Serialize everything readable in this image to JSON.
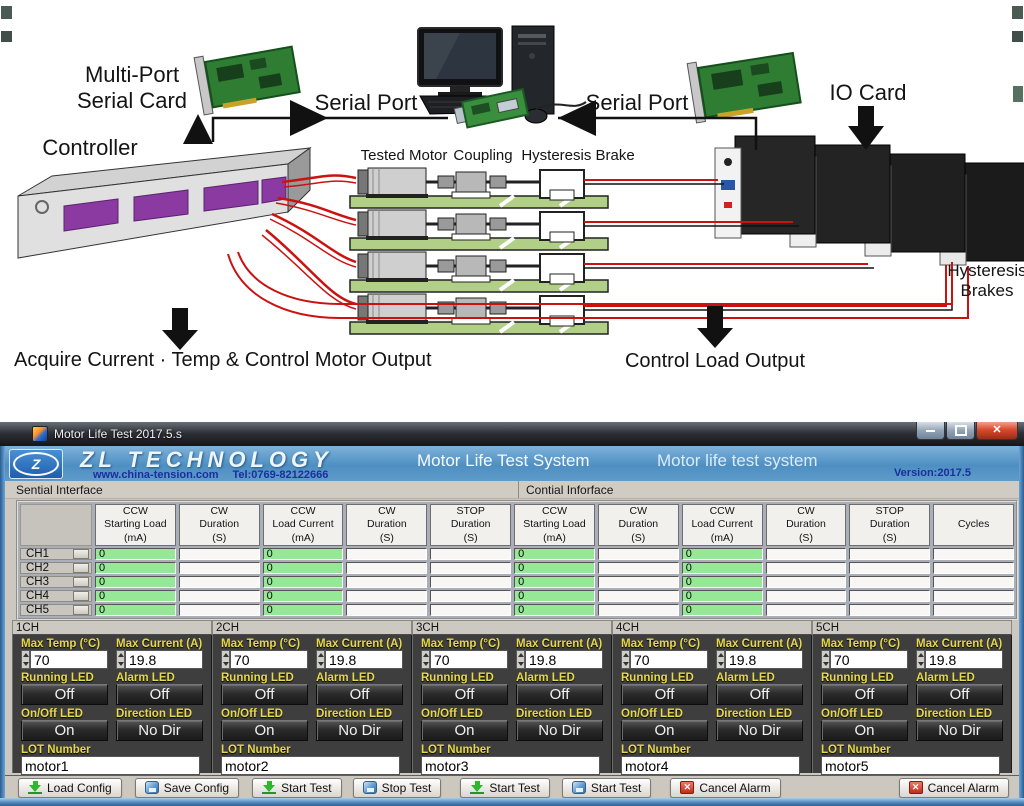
{
  "diagram": {
    "labels": {
      "multi_port_line1": "Multi-Port",
      "multi_port_line2": "Serial Card",
      "controller": "Controller",
      "serial_port_left": "Serial Port",
      "serial_port_right": "Serial Port",
      "io_card": "IO Card",
      "tested_motor": "Tested Motor",
      "coupling": "Coupling",
      "hysteresis_brake": "Hysteresis Brake",
      "hysteresis_brakes_line1": "Hysteresis",
      "hysteresis_brakes_line2": "Brakes",
      "acquire_output": "Acquire Current · Temp & Control Motor Output",
      "control_load_output": "Control Load Output"
    }
  },
  "window": {
    "title": "Motor Life Test 2017.5.s",
    "control_icons": [
      "minimize-icon",
      "maximize-icon",
      "close-icon"
    ],
    "header": {
      "brand": "ZL TECHNOLOGY",
      "logo_text": "Z",
      "website": "www.china-tension.com",
      "tel": "Tel:0769-82122666",
      "title_main": "Motor Life Test System",
      "title_alt": "Motor life test system",
      "version": "Version:2017.5",
      "accent_color": "#4e8fc2",
      "link_color": "#1b2f9e"
    },
    "tabs": [
      {
        "label": "Sential Interface"
      },
      {
        "label": "Contial Inforface"
      }
    ],
    "table": {
      "columns": [
        "CCW\nStarting Load\n(mA)",
        "CW\nDuration\n(S)",
        "CCW\nLoad Current\n(mA)",
        "CW\nDuration\n(S)",
        "STOP\nDuration\n(S)",
        "CCW\nStarting Load\n(mA)",
        "CW\nDuration\n(S)",
        "CCW\nLoad Current\n(mA)",
        "CW\nDuration\n(S)",
        "STOP\nDuration\n(S)",
        "Cycles"
      ],
      "filled_color": "#95e895",
      "rows": [
        {
          "ch": "CH1",
          "values": [
            "0",
            "",
            "0",
            "",
            "",
            "0",
            "",
            "0",
            "",
            "",
            ""
          ]
        },
        {
          "ch": "CH2",
          "values": [
            "0",
            "",
            "0",
            "",
            "",
            "0",
            "",
            "0",
            "",
            "",
            ""
          ]
        },
        {
          "ch": "CH3",
          "values": [
            "0",
            "",
            "0",
            "",
            "",
            "0",
            "",
            "0",
            "",
            "",
            ""
          ]
        },
        {
          "ch": "CH4",
          "values": [
            "0",
            "",
            "0",
            "",
            "",
            "0",
            "",
            "0",
            "",
            "",
            ""
          ]
        },
        {
          "ch": "CH5",
          "values": [
            "0",
            "",
            "0",
            "",
            "",
            "0",
            "",
            "0",
            "",
            "",
            ""
          ]
        }
      ]
    },
    "panel_labels": {
      "max_temp": "Max Temp (°C)",
      "max_current": "Max Current (A)",
      "running_led": "Running LED",
      "alarm_led": "Alarm LED",
      "onoff_led": "On/Off LED",
      "direction_led": "Direction LED",
      "lot_number": "LOT Number"
    },
    "panels": [
      {
        "name": "1CH",
        "max_temp": "70",
        "max_current": "19.8",
        "running_led": "Off",
        "alarm_led": "Off",
        "onoff_led": "On",
        "direction_led": "No Dir",
        "lot": "motor1"
      },
      {
        "name": "2CH",
        "max_temp": "70",
        "max_current": "19.8",
        "running_led": "Off",
        "alarm_led": "Off",
        "onoff_led": "On",
        "direction_led": "No Dir",
        "lot": "motor2"
      },
      {
        "name": "3CH",
        "max_temp": "70",
        "max_current": "19.8",
        "running_led": "Off",
        "alarm_led": "Off",
        "onoff_led": "On",
        "direction_led": "No Dir",
        "lot": "motor3"
      },
      {
        "name": "4CH",
        "max_temp": "70",
        "max_current": "19.8",
        "running_led": "Off",
        "alarm_led": "Off",
        "onoff_led": "On",
        "direction_led": "No Dir",
        "lot": "motor4"
      },
      {
        "name": "5CH",
        "max_temp": "70",
        "max_current": "19.8",
        "running_led": "Off",
        "alarm_led": "Off",
        "onoff_led": "On",
        "direction_led": "No Dir",
        "lot": "motor5"
      }
    ],
    "buttons": [
      {
        "label": "Load Config",
        "icon": "green-download-icon"
      },
      {
        "label": "Save Config",
        "icon": "blue-save-icon"
      },
      {
        "label": "Start Test",
        "icon": "green-download-icon"
      },
      {
        "label": "Stop Test",
        "icon": "blue-save-icon"
      },
      {
        "label": "Start Test",
        "icon": "green-download-icon"
      },
      {
        "label": "Start Test",
        "icon": "blue-save-icon"
      },
      {
        "label": "Cancel Alarm",
        "icon": "red-cancel-icon"
      },
      {
        "label": "Cancel Alarm",
        "icon": "red-cancel-icon"
      }
    ]
  }
}
